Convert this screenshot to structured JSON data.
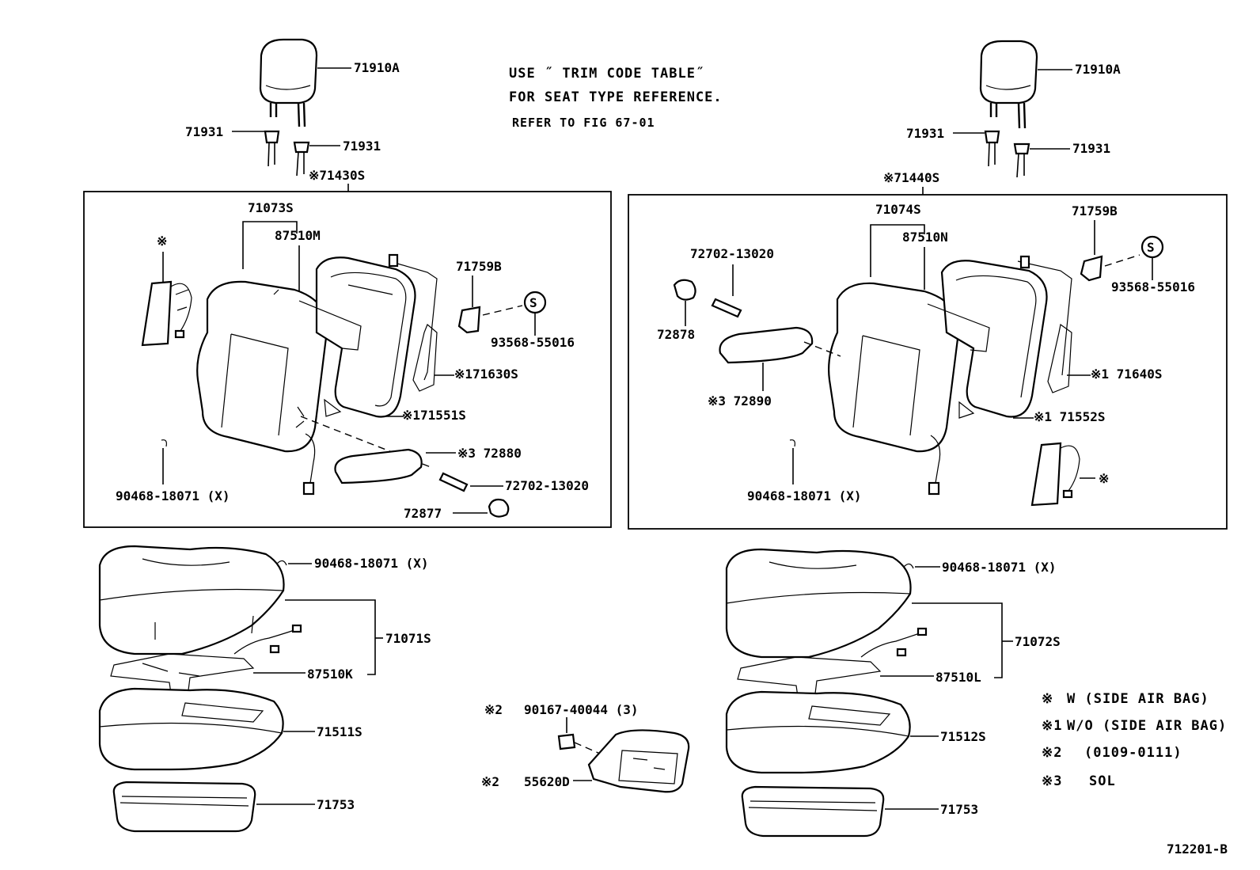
{
  "notes": {
    "line1": "USE ˝ TRIM CODE TABLE˝",
    "line2": "FOR SEAT TYPE REFERENCE.",
    "line3": "REFER TO FIG 67-01"
  },
  "left_seat": {
    "headrest": "71910A",
    "support_a": "71931",
    "support_b": "71931",
    "back_assy": "※71430S",
    "cover": "71073S",
    "pad_sensor": "87510M",
    "side_airbag_mark": "※",
    "lock": "71759B",
    "screw": "93568-55016",
    "frame": "※171630S",
    "spring": "※171551S",
    "armrest": "※3  72880",
    "bolt": "72702-13020",
    "cap": "72877",
    "clip": "90468-18071 (X)"
  },
  "right_seat": {
    "headrest": "71910A",
    "support_a": "71931",
    "support_b": "71931",
    "back_assy": "※71440S",
    "cover": "71074S",
    "pad_sensor": "87510N",
    "lock": "71759B",
    "screw": "93568-55016",
    "bolt": "72702-13020",
    "cap": "72878",
    "armrest": "※3 72890",
    "frame": "※1 71640S",
    "spring": "※1 71552S",
    "clip": "90468-18071 (X)",
    "side_airbag_mark": "※"
  },
  "left_cushion": {
    "clip": "90468-18071 (X)",
    "cover": "71071S",
    "sensor": "87510K",
    "pad": "71511S",
    "frame": "71753"
  },
  "center": {
    "bolt_mark": "※2",
    "bolt": "90167-40044 (3)",
    "bracket_mark": "※2",
    "bracket": "55620D"
  },
  "right_cushion": {
    "clip": "90468-18071 (X)",
    "cover": "71072S",
    "sensor": "87510L",
    "pad": "71512S",
    "frame": "71753"
  },
  "legend": [
    {
      "mark": "※",
      "text": "W (SIDE AIR BAG)"
    },
    {
      "mark": "※1",
      "text": "W/O (SIDE AIR BAG)"
    },
    {
      "mark": "※2",
      "text": "(0109-0111)"
    },
    {
      "mark": "※3",
      "text": "SOL"
    }
  ],
  "figure_code": "712201-B"
}
